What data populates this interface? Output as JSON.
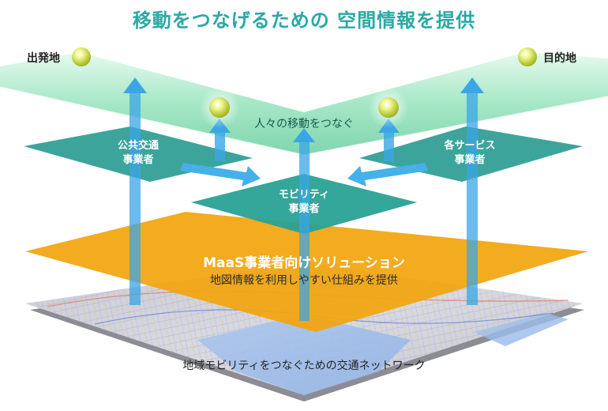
{
  "title": "移動をつなげるための 空間情報を提供",
  "origin_label": "出発地",
  "destination_label": "目的地",
  "flow_label": "人々の移動をつなぐ",
  "operators": {
    "public_transport": [
      "公共交通",
      "事業者"
    ],
    "mobility": [
      "モビリティ",
      "事業者"
    ],
    "services": [
      "各サービス",
      "事業者"
    ]
  },
  "maas": {
    "title": "MaaS事業者向けソリューション",
    "subtitle": "地図情報を利用しやすい仕組みを提供"
  },
  "network_label": "地域モビリティをつなぐための交通ネットワーク",
  "colors": {
    "title": "#2aa9a4",
    "route_band": "#a6e7c6",
    "plate_teal": "#2c9c93",
    "maas_plate": "#f2a50f",
    "arrow_blue": "#3aa6e6",
    "node_yellow": "#d8e84a"
  }
}
